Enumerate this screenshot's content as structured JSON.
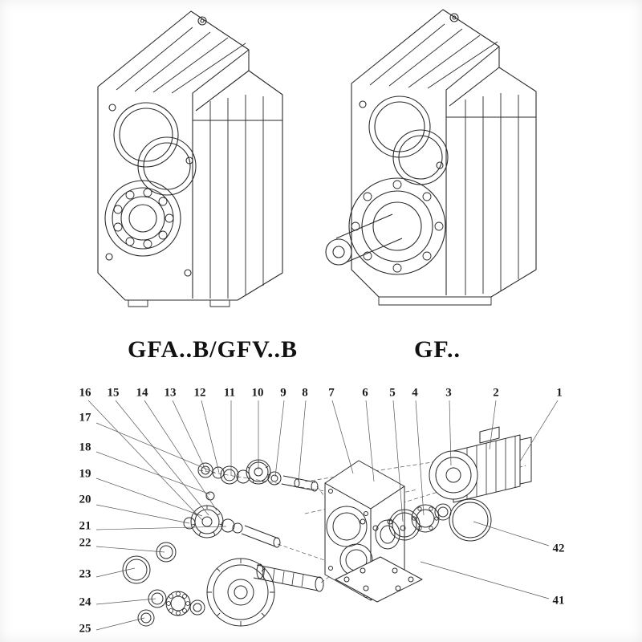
{
  "models": {
    "left": {
      "label": "GFA..B/GFV..B"
    },
    "right": {
      "label": "GF.."
    }
  },
  "exploded": {
    "top_numbers": [
      "16",
      "15",
      "14",
      "13",
      "12",
      "11",
      "10",
      "9",
      "8",
      "7",
      "6",
      "5",
      "4",
      "3",
      "2",
      "1"
    ],
    "left_numbers": [
      "17",
      "18",
      "19",
      "20",
      "21",
      "22",
      "23",
      "24",
      "25"
    ],
    "right_numbers": [
      "42",
      "41"
    ]
  },
  "colors": {
    "line": "#2a2a2a",
    "leader": "#555555"
  }
}
